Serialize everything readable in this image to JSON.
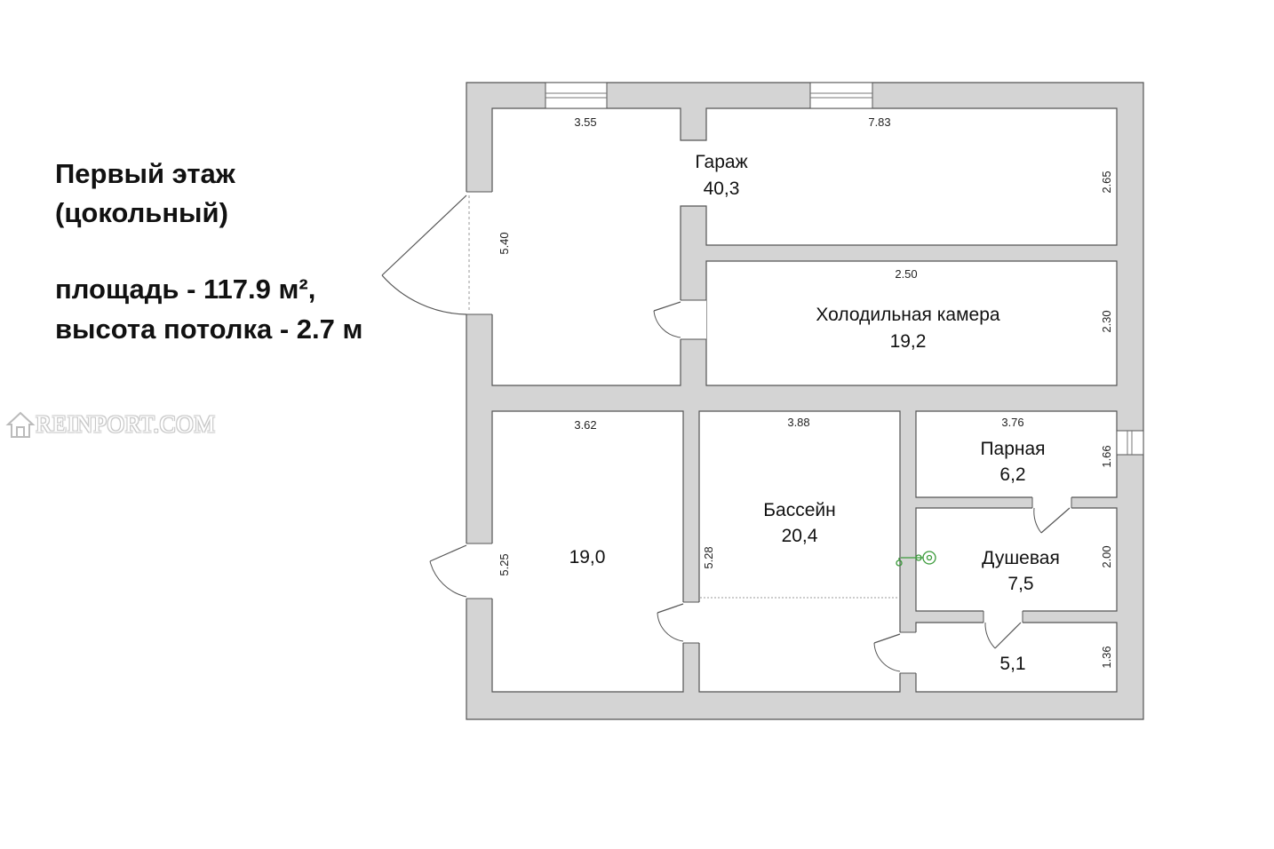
{
  "title": {
    "line1": "Первый этаж",
    "line2": "(цокольный)",
    "area_line": "площадь - 117.9 м²,",
    "height_line": "высота потолка  - 2.7 м"
  },
  "watermark": {
    "text": "REINPORT.COM",
    "icon": "house-icon"
  },
  "rooms": {
    "garage": {
      "name": "Гараж",
      "area": "40,3"
    },
    "cold_room": {
      "name": "Холодильная камера",
      "area": "19,2"
    },
    "room_left": {
      "name": "",
      "area": "19,0"
    },
    "pool": {
      "name": "Бассейн",
      "area": "20,4"
    },
    "steam_room": {
      "name": "Парная",
      "area": "6,2"
    },
    "shower": {
      "name": "Душевая",
      "area": "7,5"
    },
    "small_room": {
      "name": "",
      "area": "5,1"
    }
  },
  "dimensions": {
    "garage_top_left": "3.55",
    "garage_top_right": "7.83",
    "garage_left": "5.40",
    "garage_right": "2.65",
    "cold_top": "2.50",
    "cold_right": "2.30",
    "room_left_top": "3.62",
    "room_left_side": "5.25",
    "pool_top": "3.88",
    "pool_side": "5.28",
    "steam_top": "3.76",
    "steam_right": "1.66",
    "shower_right": "2.00",
    "small_right": "1.36"
  },
  "colors": {
    "wall": "#d4d4d4",
    "wall_stroke": "#555555",
    "fixture": "#3a9a3a"
  }
}
